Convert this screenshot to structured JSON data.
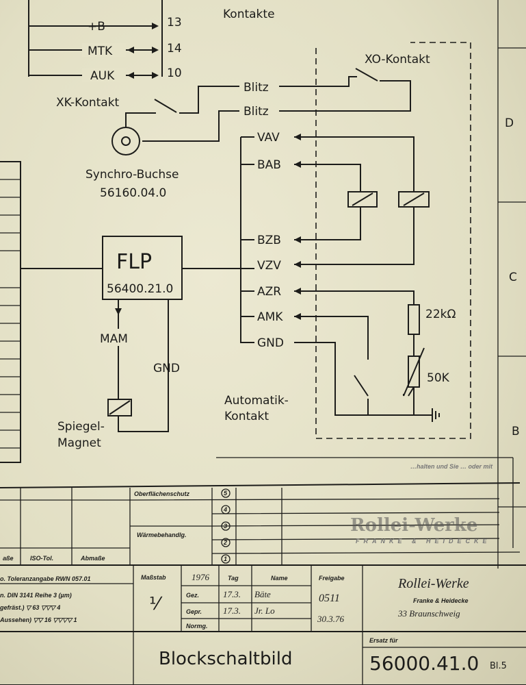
{
  "diagram": {
    "top_connector": [
      {
        "signal": "+B",
        "pin": "13"
      },
      {
        "signal": "MTK",
        "pin": "14"
      },
      {
        "signal": "AUK",
        "pin": "10"
      }
    ],
    "objekt_kontakte": "Kontakte",
    "xk_kontakt": "XK-Kontakt",
    "xo_kontakt": "XO-Kontakt",
    "blitz_1": "Blitz",
    "blitz_2": "Blitz",
    "synchro_buchse": "Synchro-Buchse",
    "synchro_part": "56160.04.0",
    "flp": {
      "name": "FLP",
      "part": "56400.21.0"
    },
    "mam": "MAM",
    "gnd_left": "GND",
    "spiegel_magnet": [
      "Spiegel-",
      "Magnet"
    ],
    "signals": [
      "VAV",
      "BAB",
      "BZB",
      "VZV",
      "AZR",
      "AMK",
      "GND"
    ],
    "resistor": "22kΩ",
    "thermistor": "50K",
    "automatik_kontakt": [
      "Automatik-",
      "Kontakt"
    ],
    "margin_letters": [
      "D",
      "C",
      "B"
    ]
  },
  "title_block": {
    "tolerance_lines": [
      "o. Toleranzangabe RWN 057.01",
      "n. DIN 3141 Reihe 3 (µm)",
      "gefräst.)   ▽  63  ▽▽▽  4",
      "Aussehen) ▽▽ 16  ▽▽▽▽ 1"
    ],
    "col_headers": [
      "aße",
      "ISO-Tol.",
      "Abmaße"
    ],
    "oberflaechenschutz": "Oberflächenschutz",
    "waermebehandlung": "Wärmebehandlg.",
    "revisions": [
      "5",
      "4",
      "3",
      "2",
      "1"
    ],
    "massstab_label": "Maßstab",
    "massstab_value": "⅟",
    "year": "1976",
    "tag": "Tag",
    "name": "Name",
    "gez": "Gez.",
    "gez_date": "17.3.",
    "gez_name": "Bäte",
    "gepr": "Gepr.",
    "gepr_date": "17.3.",
    "gepr_name": "Jr. Lo",
    "normg": "Normg.",
    "freigabe": "Freigabe",
    "freigabe_1": "0511",
    "freigabe_2": "30.3.76",
    "company": "Rollei-Werke",
    "company_sub": "Franke & Heidecke",
    "city": "33 Braunschweig",
    "ersatz": "Ersatz für",
    "title": "Blockschaltbild",
    "drawing_number": "56000.41.0",
    "sheet": "Bl.5",
    "stamp_text": "Rollei-Werke",
    "stamp_sub": "FRANKE & HEIDECKE",
    "faded_note": "…halten und Sie … oder mit"
  }
}
